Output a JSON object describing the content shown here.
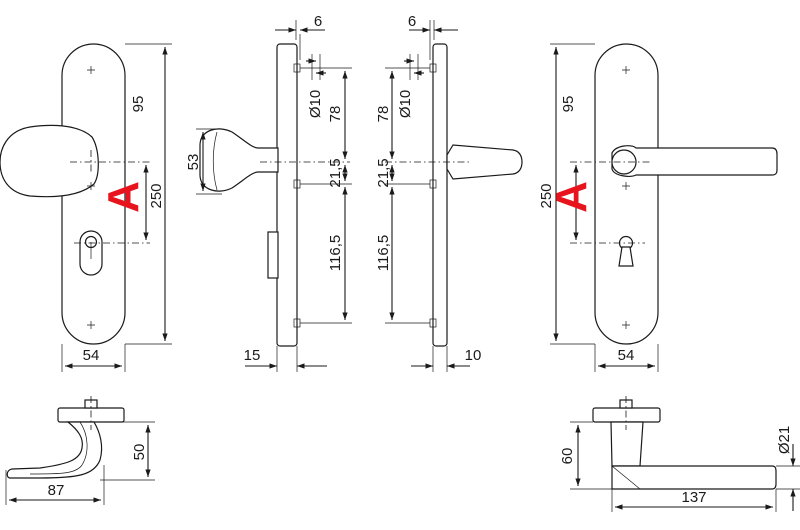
{
  "accent_color": "#e8141d",
  "marker_letter": "A",
  "views": {
    "front_knob": {
      "height": "250",
      "width": "54",
      "axis_to_cylinder": "95"
    },
    "side_knob": {
      "top_offset": "6",
      "hole": "Ø10",
      "upper": "78",
      "mid": "21,5",
      "lower": "116,5",
      "knob_height": "53",
      "thickness": "15"
    },
    "side_lever": {
      "top_offset": "6",
      "hole": "Ø10",
      "upper": "78",
      "mid": "21,5",
      "lower": "116,5",
      "thickness": "10"
    },
    "front_lever": {
      "height": "250",
      "width": "54",
      "axis_to_cylinder": "95"
    },
    "knob_plan": {
      "projection": "87",
      "height": "50"
    },
    "lever_plan": {
      "height": "60",
      "length": "137",
      "diameter": "Ø21"
    }
  }
}
